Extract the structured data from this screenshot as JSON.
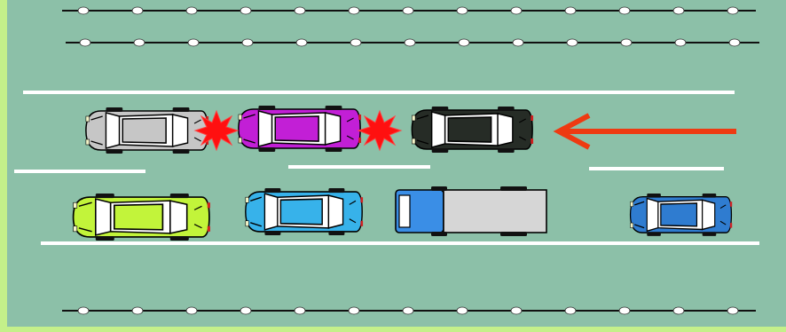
{
  "colors": {
    "frame": "#c4f08a",
    "road": "#8cc0a8",
    "lane_marking": "#ffffff",
    "barrier_wire": "#111111",
    "barrier_post": "#ffffff",
    "arrow": "#ee3a12",
    "collision_burst": "#ff1010"
  },
  "direction_arrow": {
    "icon": "arrow-left-icon",
    "direction": "left"
  },
  "vehicles": [
    {
      "name": "silver-car",
      "kind": "car",
      "color": "#c6c6c6",
      "lane": "upper",
      "status": "crashed"
    },
    {
      "name": "purple-car",
      "kind": "car",
      "color": "#c21fd6",
      "lane": "upper",
      "status": "crashed"
    },
    {
      "name": "black-car",
      "kind": "car",
      "color": "#262c26",
      "lane": "upper",
      "status": "crashed"
    },
    {
      "name": "lime-car",
      "kind": "car",
      "color": "#c2f43a",
      "lane": "lower",
      "status": "moving"
    },
    {
      "name": "sky-blue-car",
      "kind": "car",
      "color": "#37b2ea",
      "lane": "lower",
      "status": "moving"
    },
    {
      "name": "box-truck",
      "kind": "truck",
      "color": "#d6d6d6",
      "cab_color": "#3a8ee6",
      "lane": "lower",
      "status": "moving"
    },
    {
      "name": "blue-car",
      "kind": "car",
      "color": "#2f7cd0",
      "lane": "lower",
      "status": "moving"
    }
  ],
  "collisions": [
    {
      "name": "collision-burst-1",
      "between": [
        "silver-car",
        "purple-car"
      ]
    },
    {
      "name": "collision-burst-2",
      "between": [
        "purple-car",
        "black-car"
      ]
    }
  ]
}
